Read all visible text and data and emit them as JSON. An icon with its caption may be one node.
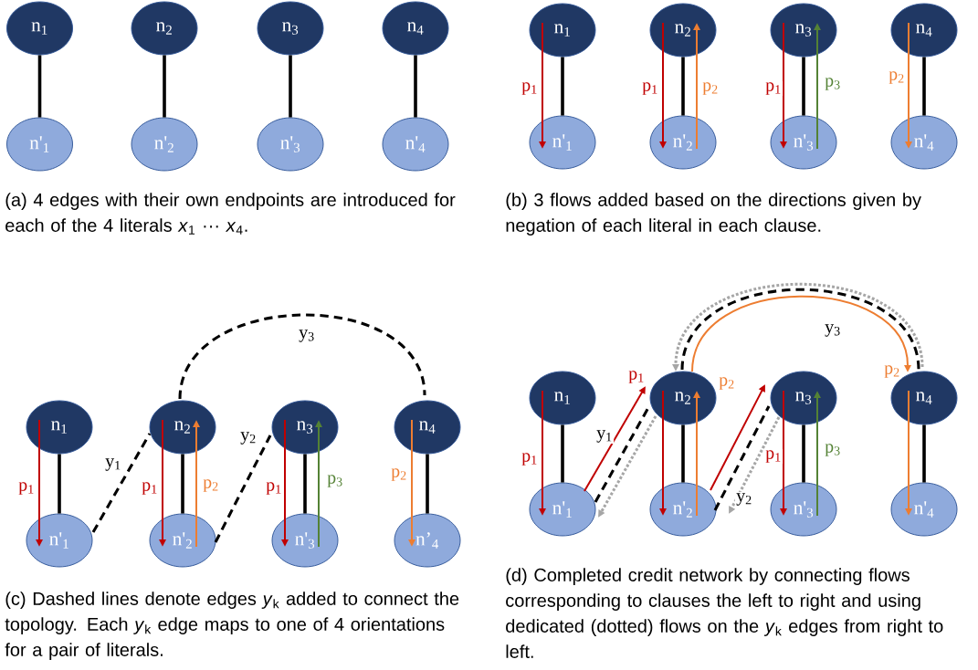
{
  "diagram": {
    "nodes": [
      {
        "text": [
          "n$_{1}$"
        ]
      },
      {
        "text": [
          "n$_{2}$"
        ]
      },
      {
        "text": [
          "n$_{3}$"
        ]
      },
      {
        "text": [
          "n$_{4}$"
        ]
      },
      {
        "text": [
          "n'$_{1}$"
        ]
      },
      {
        "text": [
          "n'$_{2}$"
        ]
      },
      {
        "text": [
          "n'$_{3}$"
        ]
      },
      {
        "text": [
          "n'$_{4}$"
        ]
      },
      {
        "text": [
          "n$_{1}$"
        ]
      },
      {
        "text": [
          "n$_{2}$"
        ]
      },
      {
        "text": [
          "n$_{3}$"
        ]
      },
      {
        "text": [
          "n$_{4}$"
        ]
      },
      {
        "text": [
          "n'$_{1}$"
        ]
      },
      {
        "text": [
          "n'$_{2}$"
        ]
      },
      {
        "text": [
          "n'$_{3}$"
        ]
      },
      {
        "text": [
          "n'$_{4}$"
        ]
      },
      {
        "text": [
          "n$_{1}$"
        ]
      },
      {
        "text": [
          "n$_{2}$"
        ]
      },
      {
        "text": [
          "n$_{3}$"
        ]
      },
      {
        "text": [
          "n$_{4}$"
        ]
      },
      {
        "text": [
          "n'$_{1}$"
        ]
      },
      {
        "text": [
          "n'$_{2}$"
        ]
      },
      {
        "text": [
          "n'$_{3}$"
        ]
      },
      {
        "text": [
          "n’$_{4}$"
        ]
      },
      {
        "text": [
          "n$_{1}$"
        ]
      },
      {
        "text": [
          "n$_{2}$"
        ]
      },
      {
        "text": [
          "n$_{3}$"
        ]
      },
      {
        "text": [
          "n$_{4}$"
        ]
      },
      {
        "text": [
          "n'$_{1}$"
        ]
      },
      {
        "text": [
          "n'$_{2}$"
        ]
      },
      {
        "text": [
          "n'$_{3}$"
        ]
      },
      {
        "text": [
          "n'$_{4}$"
        ]
      }
    ],
    "edges": [
      {
        "from": 0,
        "to": 4,
        "arrow": "none"
      },
      {
        "from": 1,
        "to": 5,
        "arrow": "none"
      },
      {
        "from": 2,
        "to": 6,
        "arrow": "none"
      },
      {
        "from": 3,
        "to": 7,
        "arrow": "none"
      },
      {
        "from": 8,
        "to": 12,
        "arrow": "none"
      },
      {
        "from": 9,
        "to": 13,
        "arrow": "none"
      },
      {
        "from": 10,
        "to": 14,
        "arrow": "none"
      },
      {
        "from": 11,
        "to": 15,
        "arrow": "none"
      },
      {
        "from": 8,
        "to": 12,
        "arrow": "to",
        "color": "#c00000",
        "label": "p$_{1}$"
      },
      {
        "from": 9,
        "to": 13,
        "arrow": "to",
        "color": "#c00000",
        "label": "p$_{1}$"
      },
      {
        "from": 13,
        "to": 9,
        "arrow": "to",
        "color": "#ed7d31",
        "label": "p$_{2}$"
      },
      {
        "from": 10,
        "to": 14,
        "arrow": "to",
        "color": "#c00000",
        "label": "p$_{1}$"
      },
      {
        "from": 14,
        "to": 10,
        "arrow": "to",
        "color": "#548235",
        "label": "p$_{3}$"
      },
      {
        "from": 11,
        "to": 15,
        "arrow": "to",
        "color": "#ed7d31",
        "label": "p$_{2}$"
      },
      {
        "from": 16,
        "to": 20,
        "arrow": "none"
      },
      {
        "from": 17,
        "to": 21,
        "arrow": "none"
      },
      {
        "from": 18,
        "to": 22,
        "arrow": "none"
      },
      {
        "from": 19,
        "to": 23,
        "arrow": "none"
      },
      {
        "from": 16,
        "to": 20,
        "arrow": "to",
        "color": "#c00000",
        "label": "p$_{1}$"
      },
      {
        "from": 17,
        "to": 21,
        "arrow": "to",
        "color": "#c00000",
        "label": "p$_{1}$"
      },
      {
        "from": 21,
        "to": 17,
        "arrow": "to",
        "color": "#ed7d31",
        "label": "p$_{2}$"
      },
      {
        "from": 18,
        "to": 22,
        "arrow": "to",
        "color": "#c00000",
        "label": "p$_{1}$"
      },
      {
        "from": 22,
        "to": 18,
        "arrow": "to",
        "color": "#548235",
        "label": "p$_{3}$"
      },
      {
        "from": 19,
        "to": 23,
        "arrow": "to",
        "color": "#ed7d31",
        "label": "p$_{2}$"
      },
      {
        "from": 20,
        "to": 17,
        "arrow": "none",
        "style": "dashed",
        "label": "y$_{1}$"
      },
      {
        "from": 21,
        "to": 18,
        "arrow": "none",
        "style": "dashed",
        "label": "y$_{2}$"
      },
      {
        "from": 17,
        "to": 19,
        "arrow": "none",
        "style": "dashed",
        "label": "y$_{3}$"
      },
      {
        "from": 24,
        "to": 28,
        "arrow": "none"
      },
      {
        "from": 25,
        "to": 29,
        "arrow": "none"
      },
      {
        "from": 26,
        "to": 30,
        "arrow": "none"
      },
      {
        "from": 27,
        "to": 31,
        "arrow": "none"
      },
      {
        "from": 24,
        "to": 28,
        "arrow": "to",
        "color": "#c00000",
        "label": "p$_{1}$"
      },
      {
        "from": 25,
        "to": 29,
        "arrow": "to",
        "color": "#c00000"
      },
      {
        "from": 29,
        "to": 25,
        "arrow": "to",
        "color": "#ed7d31",
        "label": "p$_{2}$"
      },
      {
        "from": 26,
        "to": 30,
        "arrow": "to",
        "color": "#c00000",
        "label": "p$_{1}$"
      },
      {
        "from": 30,
        "to": 26,
        "arrow": "to",
        "color": "#548235",
        "label": "p$_{3}$"
      },
      {
        "from": 27,
        "to": 31,
        "arrow": "to",
        "color": "#ed7d31"
      },
      {
        "from": 28,
        "to": 25,
        "arrow": "to",
        "color": "#c00000",
        "label": "p$_{1}$"
      },
      {
        "from": 29,
        "to": 26,
        "arrow": "to",
        "color": "#c00000"
      },
      {
        "from": 25,
        "to": 27,
        "arrow": "to",
        "color": "#ed7d31",
        "label": "p$_{2}$"
      },
      {
        "from": 28,
        "to": 25,
        "arrow": "none",
        "style": "dashed",
        "label": "y$_{1}$"
      },
      {
        "from": 29,
        "to": 26,
        "arrow": "none",
        "style": "dashed",
        "label": "y$_{2}$"
      },
      {
        "from": 25,
        "to": 27,
        "arrow": "none",
        "style": "dashed",
        "label": "y$_{3}$"
      },
      {
        "from": 25,
        "to": 28,
        "arrow": "to",
        "style": "dashed",
        "color": "#a6a6a6"
      },
      {
        "from": 26,
        "to": 29,
        "arrow": "to",
        "style": "dashed",
        "color": "#a6a6a6"
      },
      {
        "from": 27,
        "to": 25,
        "arrow": "to",
        "style": "dashed",
        "color": "#a6a6a6"
      }
    ],
    "labels": [
      "(a) 4 edges with their own endpoints are introduced for each of the 4 literals *x*$_{1}$ ··· *x*$_{4}$.",
      "(b) 3 flows added based on the directions given by negation of each literal in each clause.",
      "(c) Dashed lines denote edges *y*$_{k}$ added to connect the topology. Each *y*$_{k}$ edge maps to one of 4 orientations for a pair of literals.",
      "(d) Completed credit network by connecting flows corresponding to clauses the left to right and using dedicated (dotted) flows on the *y*$_{k}$ edges from right to left."
    ]
  }
}
